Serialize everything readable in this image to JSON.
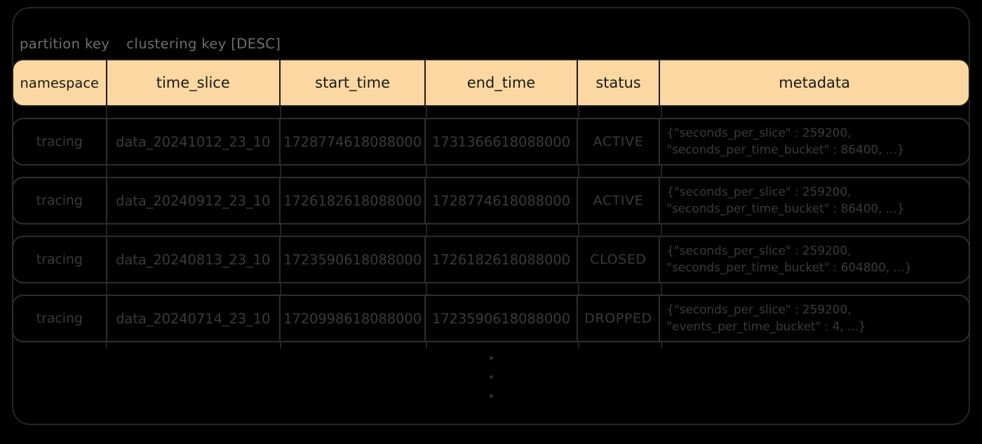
{
  "diagram": {
    "title_caption": {
      "partition_key": "partition key",
      "clustering_key": "clustering key [DESC]"
    },
    "colors": {
      "header_fill": "#FBD8A1",
      "background": "#000000",
      "border": "#262626",
      "caption_text": "#6f6f6f",
      "data_text": "#3a3a3a",
      "header_text": "#1a1a1a"
    },
    "table": {
      "columns": [
        {
          "key": "namespace",
          "label": "namespace"
        },
        {
          "key": "time_slice",
          "label": "time_slice"
        },
        {
          "key": "start_time",
          "label": "start_time"
        },
        {
          "key": "end_time",
          "label": "end_time"
        },
        {
          "key": "status",
          "label": "status"
        },
        {
          "key": "metadata",
          "label": "metadata"
        }
      ],
      "rows": [
        {
          "namespace": "tracing",
          "time_slice": "data_20241012_23_10",
          "start_time": "1728774618088000",
          "end_time": "1731366618088000",
          "status": "ACTIVE",
          "metadata_line1": "{\"seconds_per_slice\" : 259200,",
          "metadata_line2": "\"seconds_per_time_bucket\" : 86400, ...}"
        },
        {
          "namespace": "tracing",
          "time_slice": "data_20240912_23_10",
          "start_time": "1726182618088000",
          "end_time": "1728774618088000",
          "status": "ACTIVE",
          "metadata_line1": "{\"seconds_per_slice\" : 259200,",
          "metadata_line2": "\"seconds_per_time_bucket\" : 86400, ...}"
        },
        {
          "namespace": "tracing",
          "time_slice": "data_20240813_23_10",
          "start_time": "1723590618088000",
          "end_time": "1726182618088000",
          "status": "CLOSED",
          "metadata_line1": "{\"seconds_per_slice\" : 259200,",
          "metadata_line2": "\"seconds_per_time_bucket\" : 604800, ...}"
        },
        {
          "namespace": "tracing",
          "time_slice": "data_20240714_23_10",
          "start_time": "1720998618088000",
          "end_time": "1723590618088000",
          "status": "DROPPED",
          "metadata_line1": "{\"seconds_per_slice\" : 259200,",
          "metadata_line2": "\"events_per_time_bucket\" : 4, ...}"
        }
      ],
      "continuation_indicator": "vertical-ellipsis"
    }
  }
}
